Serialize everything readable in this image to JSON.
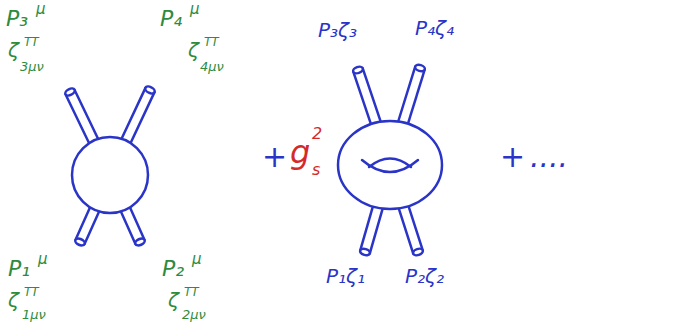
{
  "diagram": {
    "labels": [
      "P₃",
      "μ",
      "ζ",
      "TT",
      "3μν",
      "P₄",
      "μ",
      "ζ",
      "TT",
      "4μν",
      "P₁",
      "μ",
      "ζ",
      "TT",
      "1μν",
      "P₂",
      "μ",
      "ζ",
      "TT",
      "2μν",
      "+",
      "g",
      "s",
      "2",
      "P₃ζ₃",
      "P₄ζ₄",
      "P₁ζ₁",
      "P₂ζ₂",
      "+",
      "...."
    ]
  }
}
